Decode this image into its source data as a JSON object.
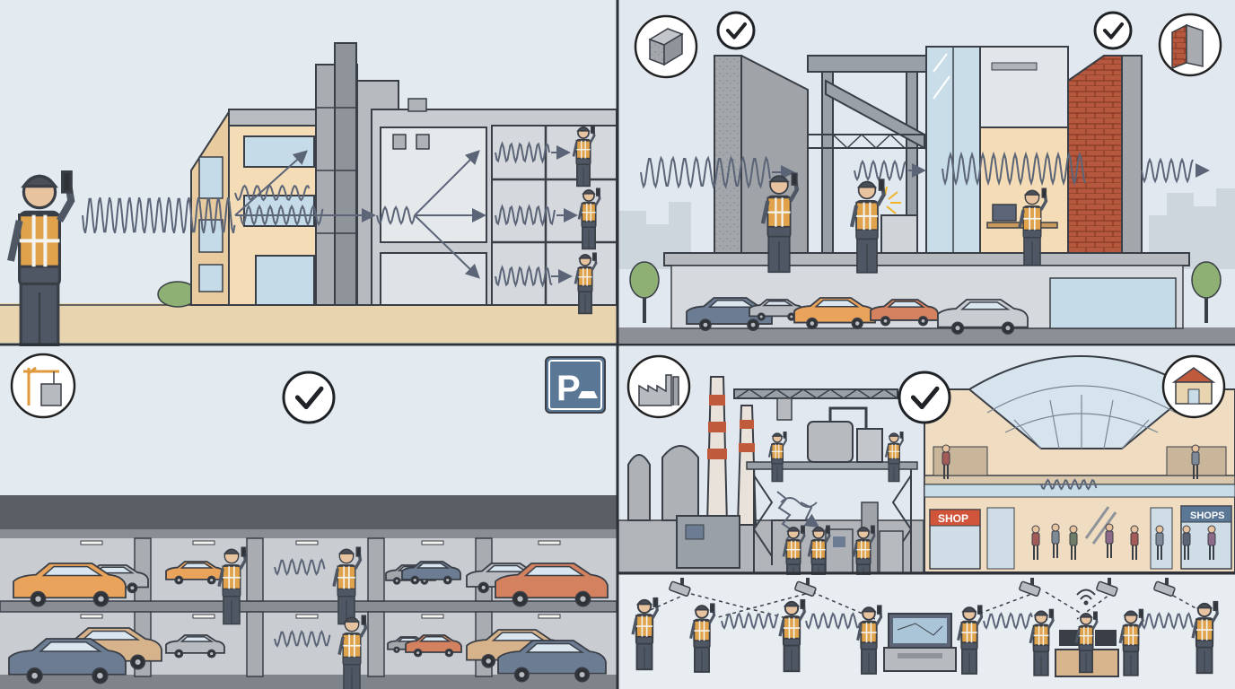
{
  "panels": {
    "top_left": {
      "name": "radio-through-office-building"
    },
    "top_right": {
      "name": "radio-through-building-materials"
    },
    "bottom_left": {
      "name": "radio-in-parking-garage"
    },
    "bottom_right_top": {
      "name": "radio-in-factory-and-mall"
    },
    "bottom_right_bottom": {
      "name": "radio-security-network"
    }
  },
  "mall": {
    "shop_sign_left": "SHOP",
    "shop_sign_right": "SHOPS"
  },
  "icons": {
    "concrete": "concrete-block-icon",
    "brick": "brick-wall-icon",
    "check": "checkmark-icon",
    "construction": "construction-site-icon",
    "parking": "parking-sign-icon",
    "factory": "factory-icon",
    "mall": "shopping-mall-icon"
  },
  "parking_sign_letter": "P",
  "colors": {
    "outline": "#3a3f47",
    "wave": "#5b6577",
    "sky": "#dfe8ef",
    "beige": "#f3dcb6",
    "concrete": "#9ea3a9",
    "brick": "#b5583d",
    "vest": "#e0a24a",
    "car_orange": "#e9a35b",
    "car_blue": "#6c7d93"
  }
}
